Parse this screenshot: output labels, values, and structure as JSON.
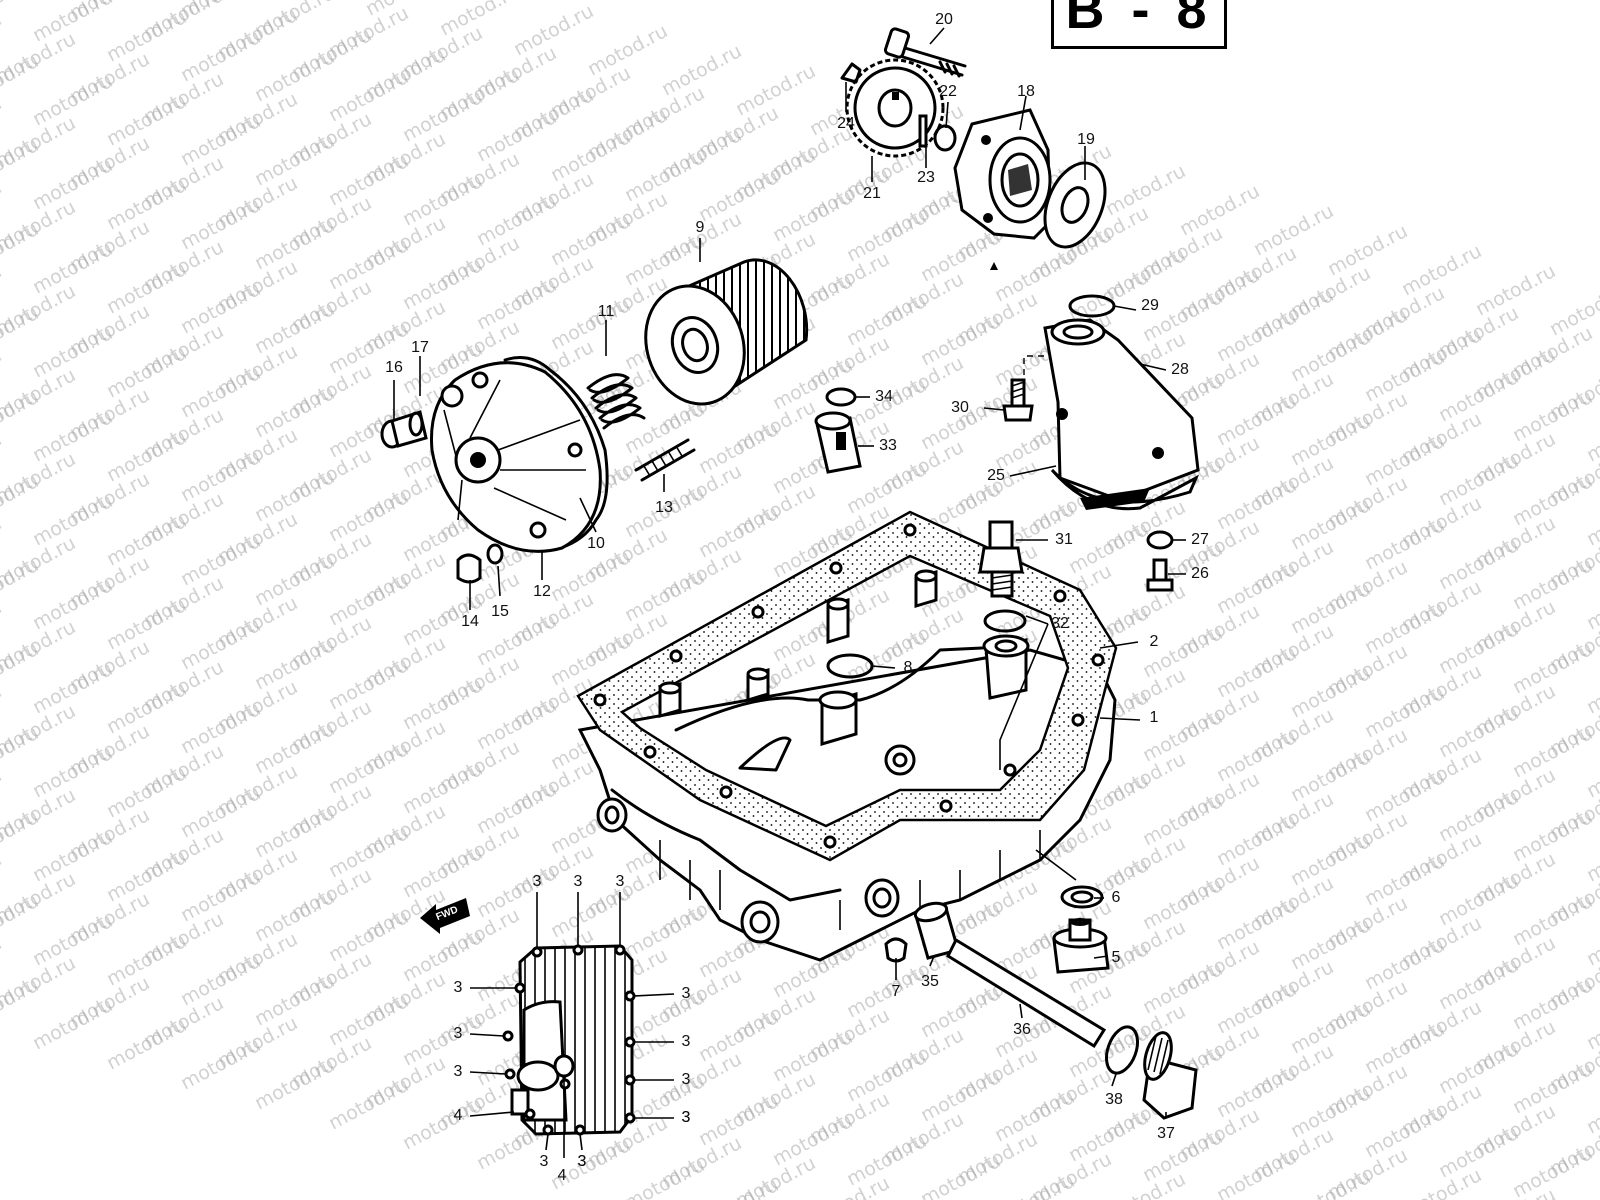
{
  "section": "B - 8",
  "watermark": "motod.ru",
  "direction_label": "FWD",
  "callouts": [
    {
      "id": "c20",
      "text": "20"
    },
    {
      "id": "c24",
      "text": "24"
    },
    {
      "id": "c22",
      "text": "22"
    },
    {
      "id": "c18",
      "text": "18"
    },
    {
      "id": "c21",
      "text": "21"
    },
    {
      "id": "c23",
      "text": "23"
    },
    {
      "id": "c19",
      "text": "19"
    },
    {
      "id": "c9",
      "text": "9"
    },
    {
      "id": "c29",
      "text": "29"
    },
    {
      "id": "c11",
      "text": "11"
    },
    {
      "id": "c17",
      "text": "17"
    },
    {
      "id": "c16",
      "text": "16"
    },
    {
      "id": "c28",
      "text": "28"
    },
    {
      "id": "c34",
      "text": "34"
    },
    {
      "id": "c30",
      "text": "30"
    },
    {
      "id": "c33",
      "text": "33"
    },
    {
      "id": "c25",
      "text": "25"
    },
    {
      "id": "c13",
      "text": "13"
    },
    {
      "id": "c10",
      "text": "10"
    },
    {
      "id": "c31",
      "text": "31"
    },
    {
      "id": "c27",
      "text": "27"
    },
    {
      "id": "c26",
      "text": "26"
    },
    {
      "id": "c12",
      "text": "12"
    },
    {
      "id": "c14",
      "text": "14"
    },
    {
      "id": "c15",
      "text": "15"
    },
    {
      "id": "c32",
      "text": "32"
    },
    {
      "id": "c2",
      "text": "2"
    },
    {
      "id": "c8",
      "text": "8"
    },
    {
      "id": "c1",
      "text": "1"
    },
    {
      "id": "c6",
      "text": "6"
    },
    {
      "id": "c5",
      "text": "5"
    },
    {
      "id": "c7",
      "text": "7"
    },
    {
      "id": "c35",
      "text": "35"
    },
    {
      "id": "c36",
      "text": "36"
    },
    {
      "id": "c38",
      "text": "38"
    },
    {
      "id": "c37",
      "text": "37"
    },
    {
      "id": "c3a",
      "text": "3"
    },
    {
      "id": "c3b",
      "text": "3"
    },
    {
      "id": "c3c",
      "text": "3"
    },
    {
      "id": "c3d",
      "text": "3"
    },
    {
      "id": "c3e",
      "text": "3"
    },
    {
      "id": "c3f",
      "text": "3"
    },
    {
      "id": "c3g",
      "text": "3"
    },
    {
      "id": "c3h",
      "text": "3"
    },
    {
      "id": "c3i",
      "text": "3"
    },
    {
      "id": "c3j",
      "text": "3"
    },
    {
      "id": "c3k",
      "text": "3"
    },
    {
      "id": "c3l",
      "text": "3"
    },
    {
      "id": "c4a",
      "text": "4"
    },
    {
      "id": "c3m",
      "text": "3"
    },
    {
      "id": "c4b",
      "text": "4"
    },
    {
      "id": "c3n",
      "text": "3"
    }
  ]
}
